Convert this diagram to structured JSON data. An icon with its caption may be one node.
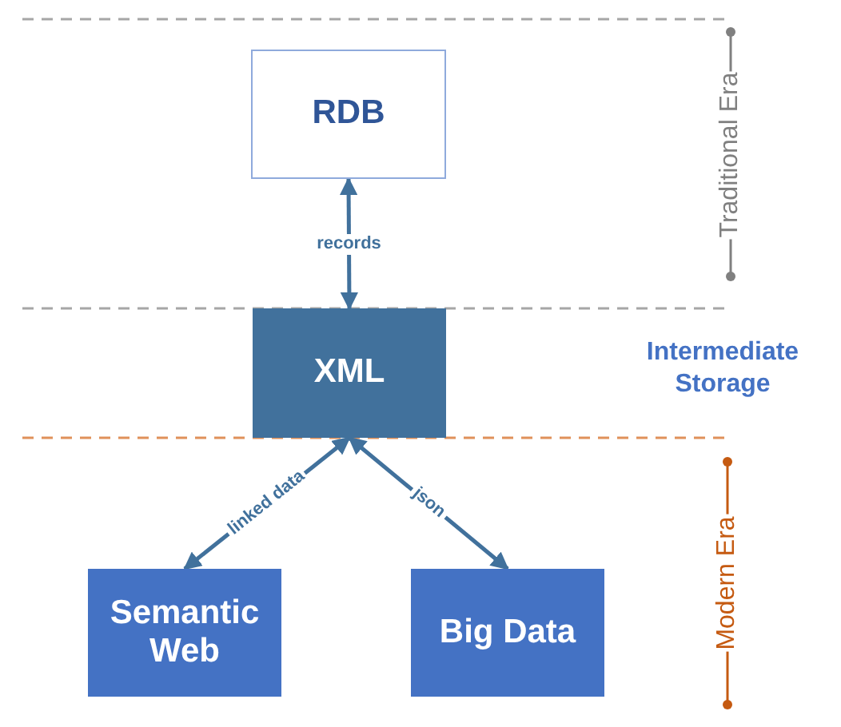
{
  "diagram": {
    "nodes": [
      {
        "text": [
          "RDB"
        ]
      },
      {
        "text": [
          "XML"
        ]
      },
      {
        "text": [
          "Semantic Web"
        ]
      },
      {
        "text": [
          "Big Data"
        ]
      }
    ],
    "edges": [
      {
        "from": 0,
        "to": 1,
        "arrow": "both",
        "label": "records"
      },
      {
        "from": 1,
        "to": 2,
        "arrow": "both",
        "label": "linked data"
      },
      {
        "from": 1,
        "to": 3,
        "arrow": "both",
        "label": "json"
      }
    ],
    "labels": [
      "Traditional Era",
      "Intermediate Storage",
      "Modern Era"
    ]
  }
}
